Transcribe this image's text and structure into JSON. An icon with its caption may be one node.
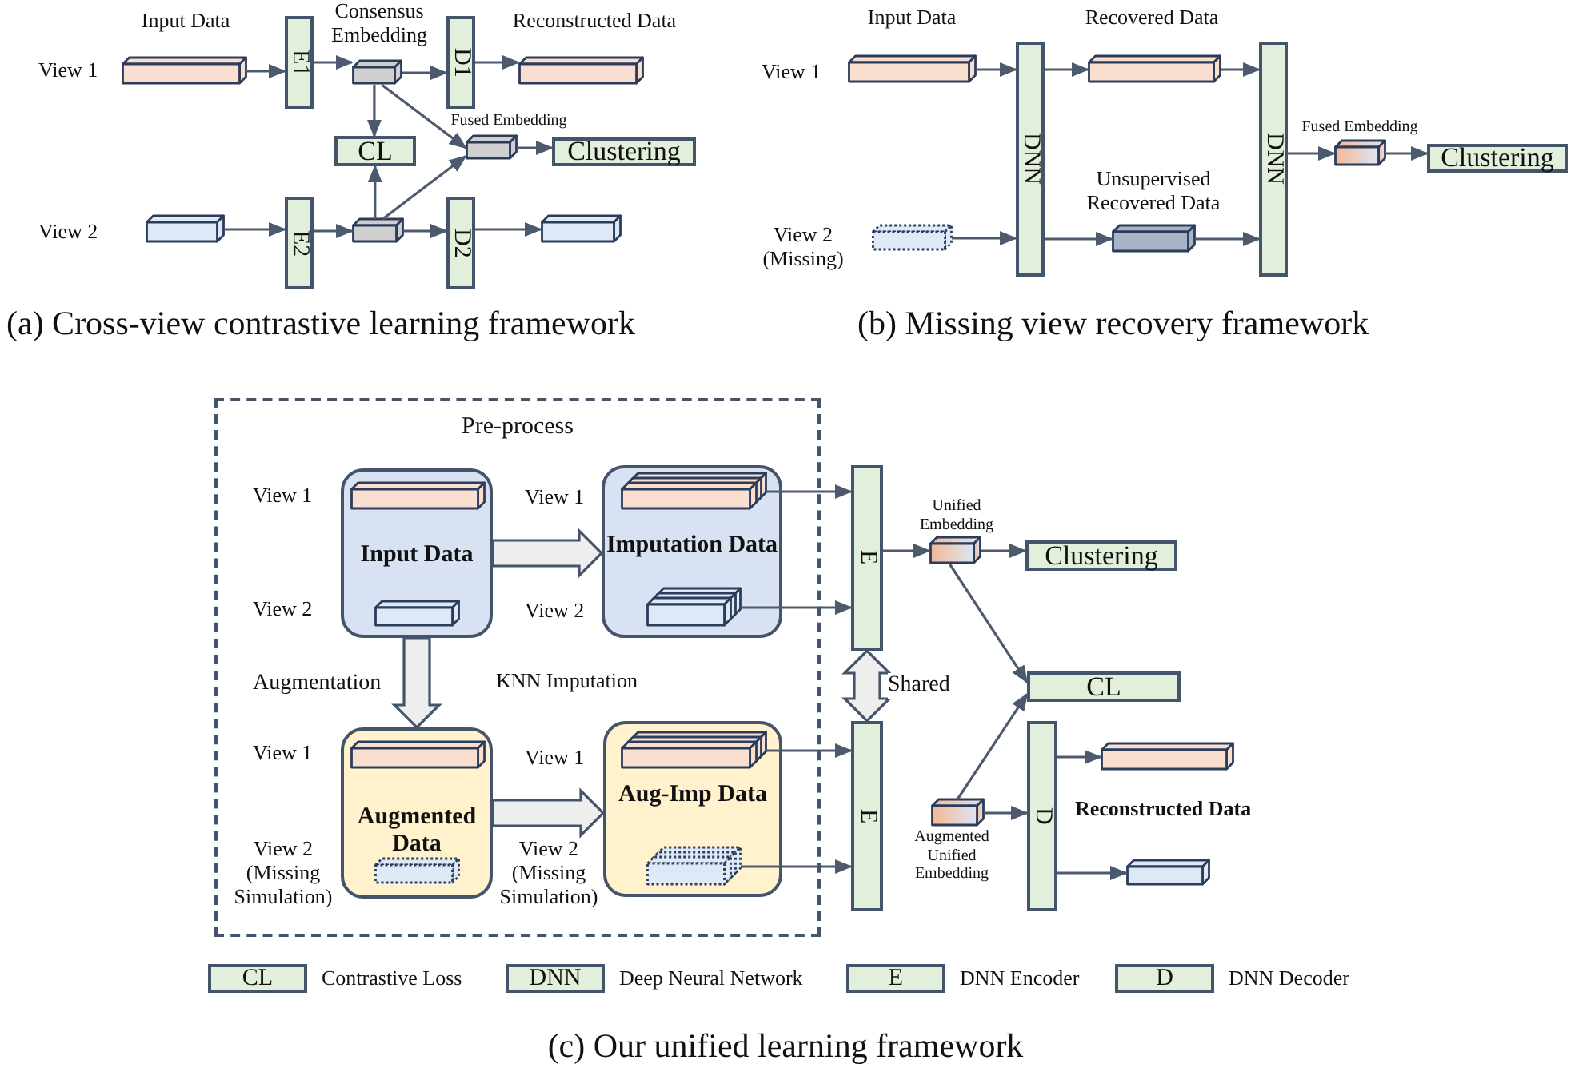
{
  "diagram": {
    "caption": "(c) Our unified learning framework",
    "nodes": [
      {
        "text": [],
        "shape": "box"
      },
      {
        "text": [
          "E1"
        ]
      },
      {
        "text": [],
        "shape": "box",
        "beside": [
          "Consensus Embedding"
        ]
      },
      {
        "text": [
          "D1"
        ]
      },
      {
        "text": [],
        "shape": "box"
      },
      {
        "text": [
          "CL"
        ]
      },
      {
        "text": [],
        "shape": "box"
      },
      {
        "text": [
          "Clustering"
        ]
      },
      {
        "text": [],
        "shape": "box"
      },
      {
        "text": [
          "E2"
        ]
      },
      {
        "text": [],
        "shape": "box"
      },
      {
        "text": [
          "D2"
        ]
      },
      {
        "text": [],
        "shape": "box"
      },
      {
        "text": [],
        "shape": "box"
      },
      {
        "text": [
          "DNN"
        ]
      },
      {
        "text": [],
        "shape": "box"
      },
      {
        "text": [],
        "shape": "box"
      },
      {
        "text": [],
        "shape": "box",
        "beside": [
          "Unsupervised Recovered Data"
        ]
      },
      {
        "text": [
          "DNN"
        ]
      },
      {
        "text": [],
        "shape": "box",
        "beside": [
          "Fused Embedding"
        ]
      },
      {
        "text": [
          "Clustering"
        ]
      },
      {
        "text": [
          "Pre-process"
        ]
      },
      {
        "text": [
          "Input Data"
        ],
        "in": 21
      },
      {
        "text": [],
        "shape": "box",
        "in": 22
      },
      {
        "text": [],
        "shape": "box",
        "in": 22
      },
      {
        "text": [
          "Imputation Data"
        ],
        "in": 21
      },
      {
        "text": [],
        "shape": "box",
        "in": 25
      },
      {
        "text": [],
        "shape": "box",
        "in": 25
      },
      {
        "text": [
          "Augmented Data"
        ],
        "in": 21
      },
      {
        "text": [],
        "shape": "box",
        "in": 28
      },
      {
        "text": [],
        "shape": "box",
        "in": 28
      },
      {
        "text": [
          "Aug-Imp Data"
        ],
        "in": 21
      },
      {
        "text": [],
        "shape": "box",
        "in": 31
      },
      {
        "text": [],
        "shape": "box",
        "in": 31
      },
      {
        "text": [
          "E"
        ]
      },
      {
        "text": [
          "E"
        ]
      },
      {
        "text": [],
        "shape": "box",
        "beside": [
          "Unified Embedding"
        ]
      },
      {
        "text": [
          "Clustering"
        ]
      },
      {
        "text": [
          "CL"
        ]
      },
      {
        "text": [],
        "shape": "box",
        "beside": [
          "Augmented Unified Embedding"
        ]
      },
      {
        "text": [
          "D"
        ]
      },
      {
        "text": [],
        "shape": "box"
      },
      {
        "text": [],
        "shape": "box"
      }
    ],
    "edges": [
      {
        "from": 0,
        "to": 1,
        "arrow": "to"
      },
      {
        "from": 1,
        "to": 2,
        "arrow": "to"
      },
      {
        "from": 2,
        "to": 3,
        "arrow": "to"
      },
      {
        "from": 3,
        "to": 4,
        "arrow": "to"
      },
      {
        "from": 2,
        "to": 5,
        "arrow": "to"
      },
      {
        "from": 2,
        "to": 6,
        "arrow": "to"
      },
      {
        "from": 6,
        "to": 7,
        "arrow": "to"
      },
      {
        "from": 8,
        "to": 9,
        "arrow": "to"
      },
      {
        "from": 9,
        "to": 10,
        "arrow": "to"
      },
      {
        "from": 10,
        "to": 11,
        "arrow": "to"
      },
      {
        "from": 11,
        "to": 12,
        "arrow": "to"
      },
      {
        "from": 10,
        "to": 5,
        "arrow": "to"
      },
      {
        "from": 10,
        "to": 6,
        "arrow": "to"
      },
      {
        "from": 13,
        "to": 14,
        "arrow": "to"
      },
      {
        "from": 14,
        "to": 15,
        "arrow": "to"
      },
      {
        "from": 15,
        "to": 18,
        "arrow": "to"
      },
      {
        "from": 16,
        "to": 14,
        "arrow": "to"
      },
      {
        "from": 14,
        "to": 17,
        "arrow": "to"
      },
      {
        "from": 17,
        "to": 18,
        "arrow": "to"
      },
      {
        "from": 18,
        "to": 19,
        "arrow": "to"
      },
      {
        "from": 19,
        "to": 20,
        "arrow": "to"
      },
      {
        "from": 22,
        "to": 25,
        "arrow": "to",
        "style": "thick"
      },
      {
        "from": 22,
        "to": 28,
        "arrow": "to",
        "style": "thick",
        "label": "Augmentation"
      },
      {
        "from": 28,
        "to": 31,
        "arrow": "to",
        "style": "thick"
      },
      {
        "from": 26,
        "to": 34,
        "arrow": "to"
      },
      {
        "from": 27,
        "to": 34,
        "arrow": "to"
      },
      {
        "from": 32,
        "to": 35,
        "arrow": "to"
      },
      {
        "from": 33,
        "to": 35,
        "arrow": "to"
      },
      {
        "from": 34,
        "to": 36,
        "arrow": "to"
      },
      {
        "from": 36,
        "to": 37,
        "arrow": "to"
      },
      {
        "from": 36,
        "to": 38,
        "arrow": "to"
      },
      {
        "from": 39,
        "to": 38,
        "arrow": "to"
      },
      {
        "from": 39,
        "to": 40,
        "arrow": "to"
      },
      {
        "from": 40,
        "to": 41,
        "arrow": "to"
      },
      {
        "from": 40,
        "to": 42,
        "arrow": "to"
      },
      {
        "from": 34,
        "to": 35,
        "arrow": "both",
        "style": "thick",
        "label": "Shared"
      }
    ],
    "labels": [
      "Input Data",
      "Reconstructed Data",
      "View 1",
      "View 2",
      "Input Data",
      "Recovered Data",
      "View 1",
      "View 2 (Missing)",
      "(a) Cross-view contrastive learning framework",
      "(b) Missing view recovery framework",
      "View 1",
      "View 2",
      "View 1",
      "View 2",
      "KNN Imputation",
      "View 1",
      "View 2 (Missing Simulation)",
      "View 1",
      "View 2 (Missing Simulation)",
      "Reconstructed Data",
      "CL",
      "DNN",
      "E",
      "D",
      "Fused Embedding"
    ],
    "legend": [
      {
        "text": "Contrastive Loss",
        "color": "#e2efda"
      },
      {
        "text": "Deep Neural Network",
        "color": "#e2efda"
      },
      {
        "text": "DNN Encoder",
        "color": "#e2efda"
      },
      {
        "text": "DNN Decoder",
        "color": "#e2efda"
      }
    ]
  }
}
